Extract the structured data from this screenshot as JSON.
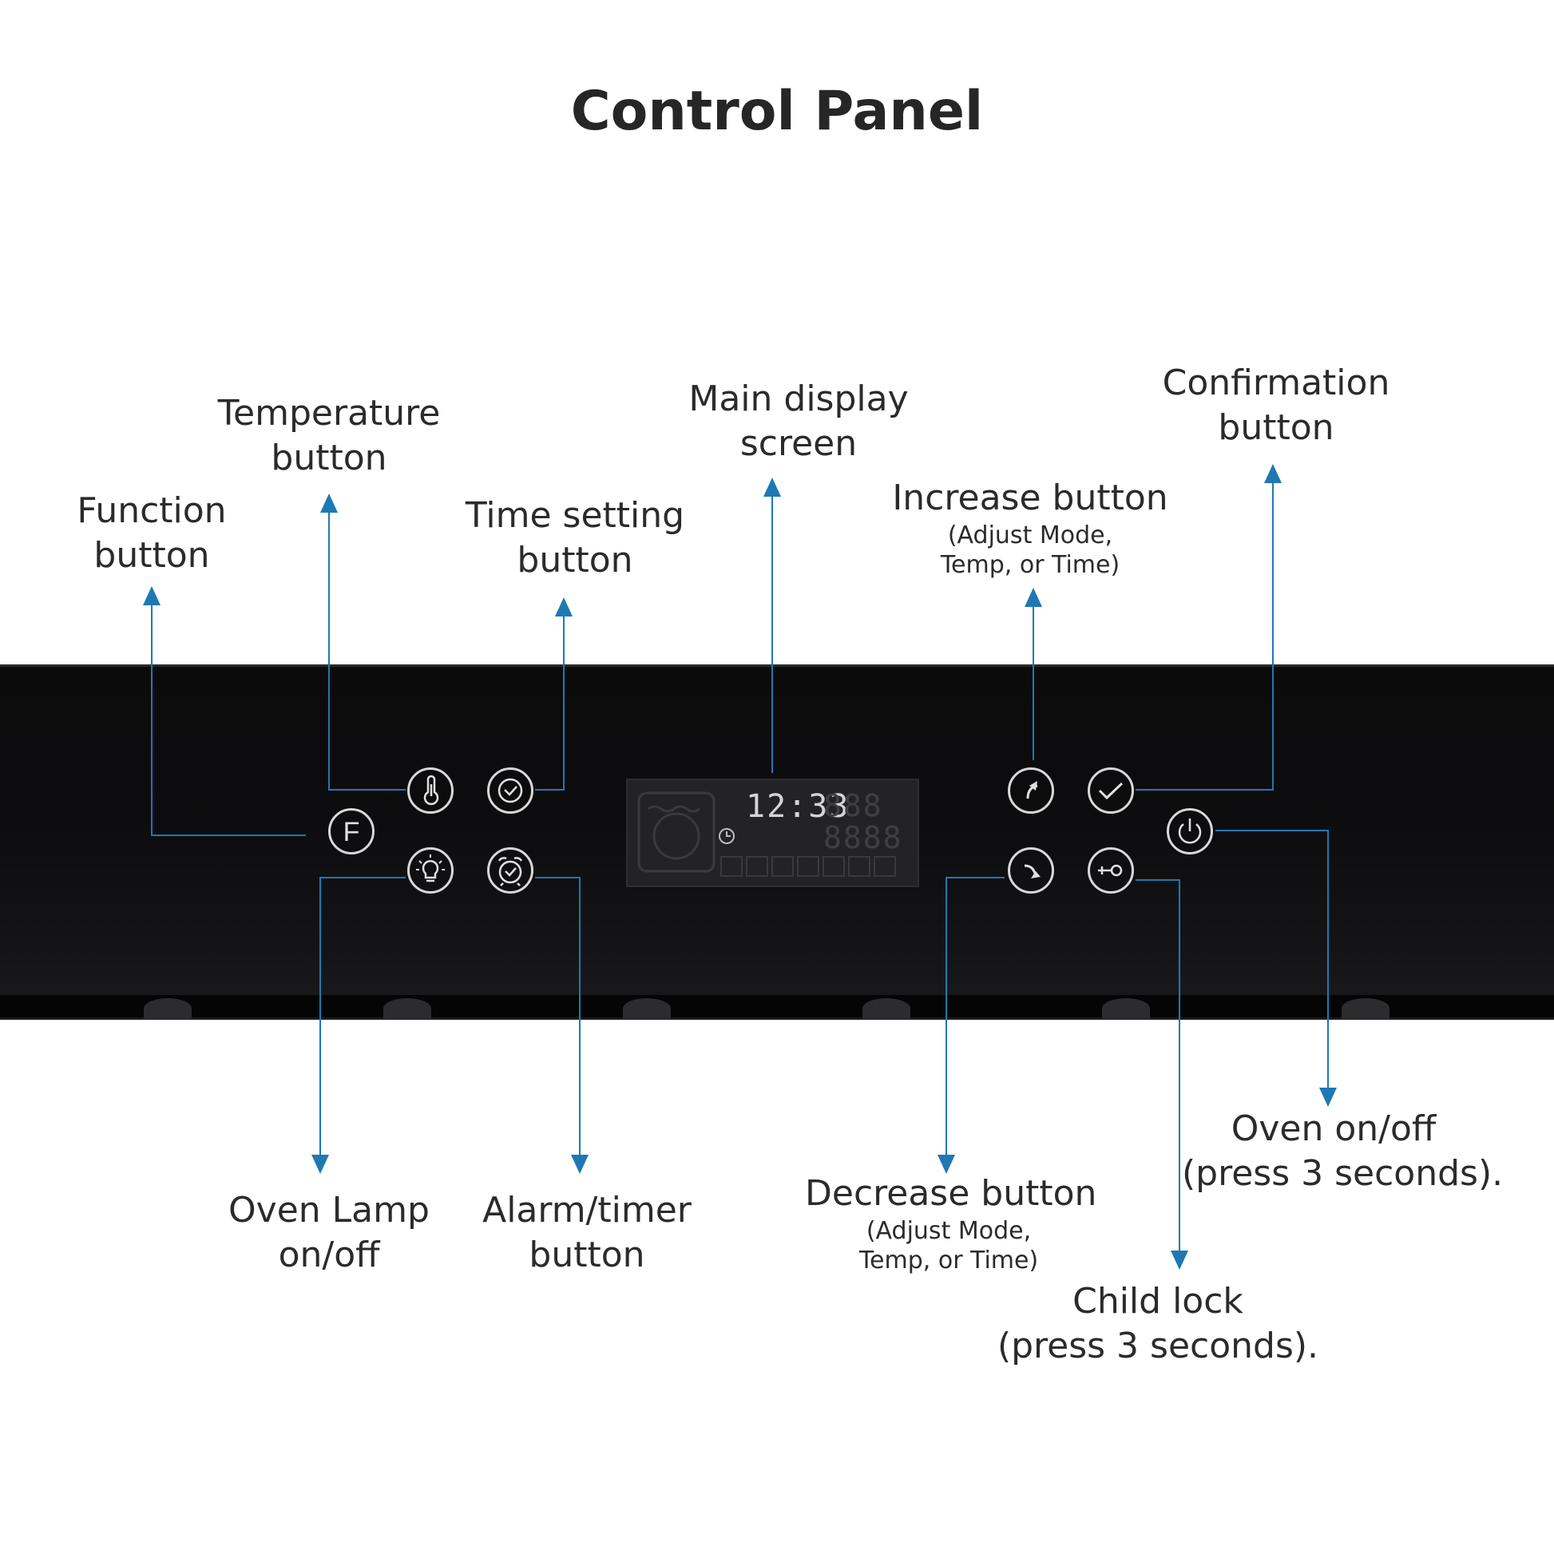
{
  "title": "Control Panel",
  "display": {
    "clock": "12:33",
    "dim_top": "888",
    "dim_mid": "8888"
  },
  "labels": {
    "function": [
      "Function",
      "button"
    ],
    "temperature": [
      "Temperature",
      "button"
    ],
    "time_setting": [
      "Time setting",
      "button"
    ],
    "main_display": [
      "Main display",
      "screen"
    ],
    "increase": {
      "line1": "Increase button",
      "sub1": "(Adjust Mode,",
      "sub2": "Temp, or Time)"
    },
    "confirmation": [
      "Confirmation",
      "button"
    ],
    "oven_lamp": [
      "Oven Lamp",
      "on/off"
    ],
    "alarm_timer": [
      "Alarm/timer",
      "button"
    ],
    "decrease": {
      "line1": "Decrease button",
      "sub1": "(Adjust Mode,",
      "sub2": "Temp, or Time)"
    },
    "oven_onoff": [
      "Oven on/off",
      "(press 3 seconds)."
    ],
    "child_lock": [
      "Child lock",
      "(press 3 seconds)."
    ]
  },
  "buttons": {
    "function_letter": "F"
  },
  "colors": {
    "arrow": "#1f78b4",
    "panel": "#0c0c0e",
    "button_ring": "#d8d8d8"
  }
}
